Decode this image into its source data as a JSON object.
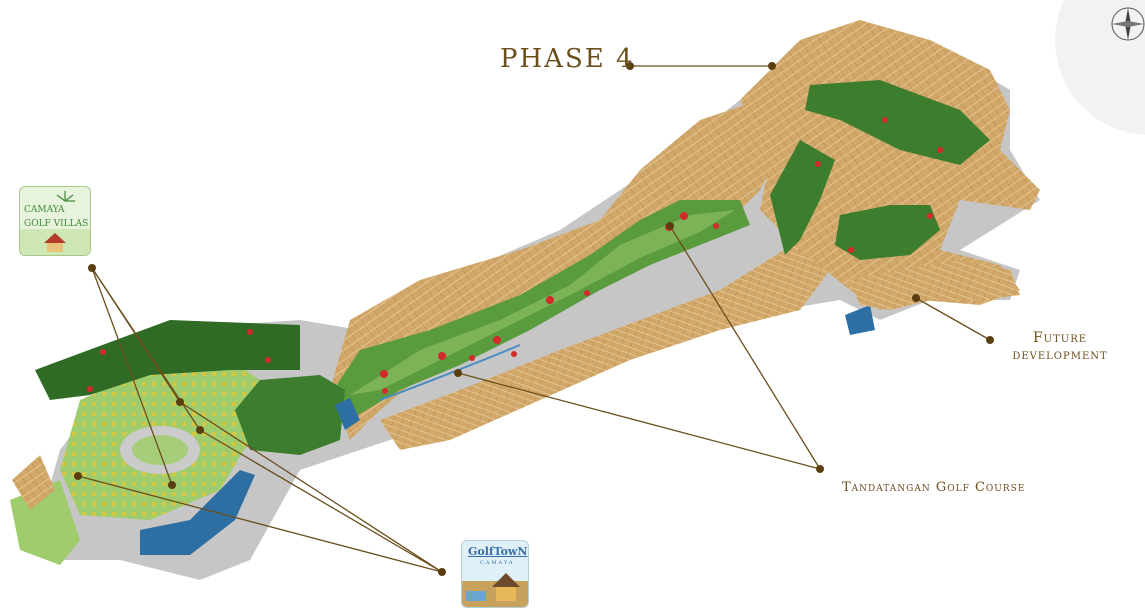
{
  "labels": {
    "phase": "PHASE 4",
    "future_line1": "Future",
    "future_line2": "development",
    "golf_course": "Tandatangan Golf Course"
  },
  "logos": {
    "villas_top": "CAMAYA",
    "villas_bottom": "GOLF VILLAS",
    "town_top": "GolfTowN",
    "town_bottom": "CAMAYA"
  },
  "icons": [
    "compass-rose-icon",
    "house-icon",
    "sun-icon",
    "flag-icon"
  ],
  "colors": {
    "label_text": "#6b4f1d",
    "lot_fill": "#d2a86a",
    "green_dark": "#2f6b24",
    "green_mid": "#5a9b3e",
    "green_light": "#a6cd7a",
    "road": "#b9b9b9",
    "water": "#2d6ea3",
    "hole_marker": "#d22b2b"
  }
}
